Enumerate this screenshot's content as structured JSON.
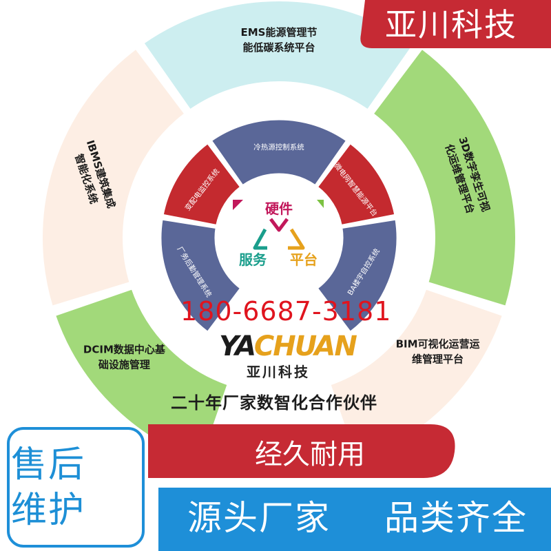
{
  "brand": {
    "title": "亚川科技"
  },
  "outer_ring": [
    {
      "id": "ems",
      "line1": "EMS能源管理节",
      "line2": "能低碳系统平台",
      "fill": "#cdeef0"
    },
    {
      "id": "twin",
      "line1": "3D数字孪生可视",
      "line2": "化运维管理平台",
      "fill": "#a2d97a"
    },
    {
      "id": "bim",
      "line1": "BIM可视化运营运",
      "line2": "维管理平台",
      "fill": "#fdeee4"
    },
    {
      "id": "dcim",
      "line1": "DCIM数据中心基",
      "line2": "础设施管理",
      "fill": "#a2d97a"
    },
    {
      "id": "ibms",
      "line1": "IBMS建筑集成",
      "line2": "智能化系统",
      "fill": "#fdeee4"
    }
  ],
  "inner_ring": [
    {
      "id": "cold-heat",
      "label": "冷热源控制系统",
      "fill": "#5a6798"
    },
    {
      "id": "microgrid",
      "label": "微电网智慧能源平台",
      "fill": "#c42a2f"
    },
    {
      "id": "ba",
      "label": "BA楼宇自控系统",
      "fill": "#5a6798"
    },
    {
      "id": "factory",
      "label": "厂务后勤管理系统",
      "fill": "#5a6798"
    },
    {
      "id": "power",
      "label": "变配电监控系统",
      "fill": "#c42a2f"
    }
  ],
  "center": {
    "top": "硬件",
    "left": "服务",
    "right": "平台",
    "colors": {
      "top": "#c2185b",
      "left": "#1a9e8c",
      "right": "#e6a11c"
    }
  },
  "phone": "180-6687-3181",
  "logo": {
    "part1": "YA",
    "part2": "CHUAN"
  },
  "company": "亚川科技",
  "slogan": "二十年厂家数智化合作伙伴",
  "red_bar": {
    "text": "经久耐用"
  },
  "badge": {
    "line1": "售后",
    "line2": "维护"
  },
  "blue_band": {
    "text1": "源头厂家",
    "text2": "品类齐全"
  },
  "colors": {
    "red": "#c62a34",
    "blue": "#1e8fd8",
    "phone": "#e0141e"
  }
}
